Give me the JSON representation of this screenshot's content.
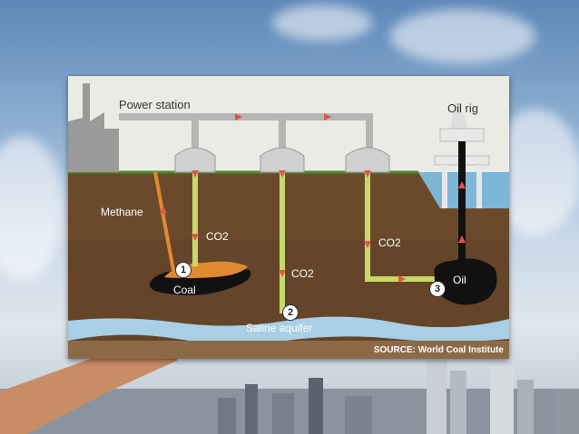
{
  "diagram": {
    "labels": {
      "power_station": "Power station",
      "oil_rig": "Oil rig",
      "methane": "Methane",
      "co2_1": "CO2",
      "co2_2": "CO2",
      "co2_3": "CO2",
      "coal": "Coal",
      "oil": "Oil",
      "saline_aquifer": "Saline aquifer",
      "source": "SOURCE: World Coal Institute"
    },
    "markers": [
      "1",
      "2",
      "3"
    ]
  },
  "colors": {
    "soil": "#6b4a2c",
    "pipe_green": "#c7d96a",
    "pipe_grey": "#b5b5b5",
    "arrow_red": "#e2534a",
    "methane_orange": "#e08a30",
    "aquifer_blue": "#a8cfe6",
    "sea": "#7cb7d8"
  }
}
